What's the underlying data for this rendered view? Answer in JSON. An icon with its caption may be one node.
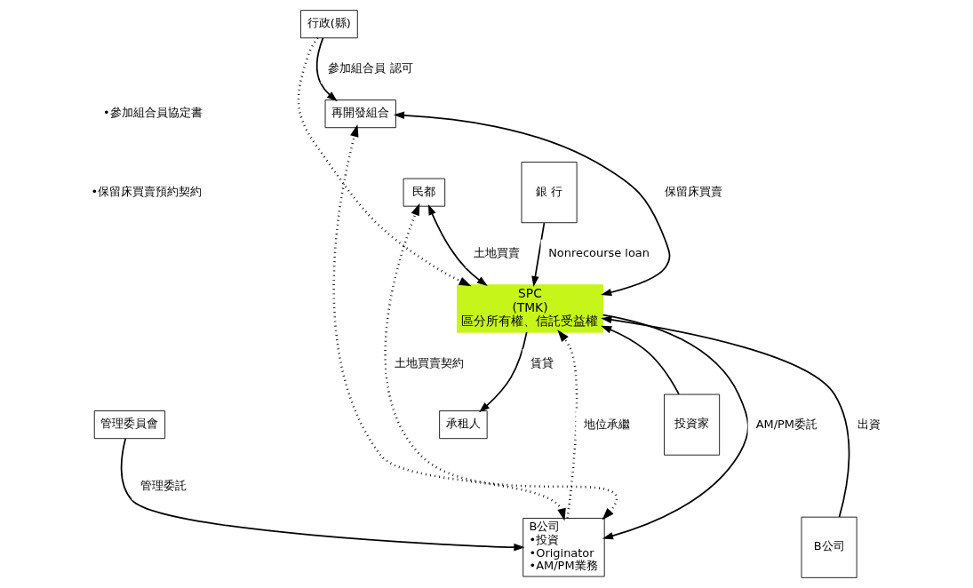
{
  "diagram": {
    "nodes": [
      {
        "text": [
          "再開發組合"
        ]
      },
      {
        "text": [
          "行政(縣)"
        ]
      },
      {
        "text": [
          "民都"
        ]
      },
      {
        "text": [
          "B公司",
          "•投資",
          "•Originator",
          "•AM/PM業務"
        ]
      },
      {
        "text": [
          "SPC",
          "(TMK)",
          "區分所有權、信託受益權"
        ]
      },
      {
        "text": [
          "銀 行"
        ]
      },
      {
        "text": [
          "B公司"
        ]
      },
      {
        "text": [
          "投資家"
        ]
      },
      {
        "text": [
          "承租人"
        ]
      },
      {
        "text": [
          "管理委員會"
        ]
      }
    ],
    "edges": [
      {
        "from": 1,
        "to": 0,
        "arrow": "to",
        "label": "參加組合員 認可"
      },
      {
        "from": 1,
        "to": 4,
        "arrow": "to",
        "style": "dashed"
      },
      {
        "from": 3,
        "to": 0,
        "arrow": "both",
        "style": "dashed"
      },
      {
        "from": 3,
        "to": 2,
        "arrow": "both",
        "style": "dashed",
        "label": "土地買賣契約"
      },
      {
        "from": 2,
        "to": 4,
        "arrow": "both",
        "label": "土地買賣"
      },
      {
        "from": 0,
        "to": 4,
        "arrow": "both",
        "label": "保留床買賣"
      },
      {
        "from": 3,
        "to": 4,
        "arrow": "to",
        "style": "dashed",
        "label": "地位承繼"
      },
      {
        "from": 4,
        "to": 3,
        "arrow": "to",
        "label": "AM/PM委託"
      },
      {
        "from": 5,
        "to": 4,
        "arrow": "to",
        "label": "Nonrecourse loan"
      },
      {
        "from": 6,
        "to": 4,
        "arrow": "to",
        "label": "出資"
      },
      {
        "from": 7,
        "to": 4,
        "arrow": "to"
      },
      {
        "from": 4,
        "to": 8,
        "arrow": "to",
        "label": "賃貸"
      },
      {
        "from": 9,
        "to": 3,
        "arrow": "to",
        "label": "管理委託"
      }
    ],
    "labels": [
      "•參加組合員協定書",
      "•保留床買賣預約契約"
    ]
  }
}
